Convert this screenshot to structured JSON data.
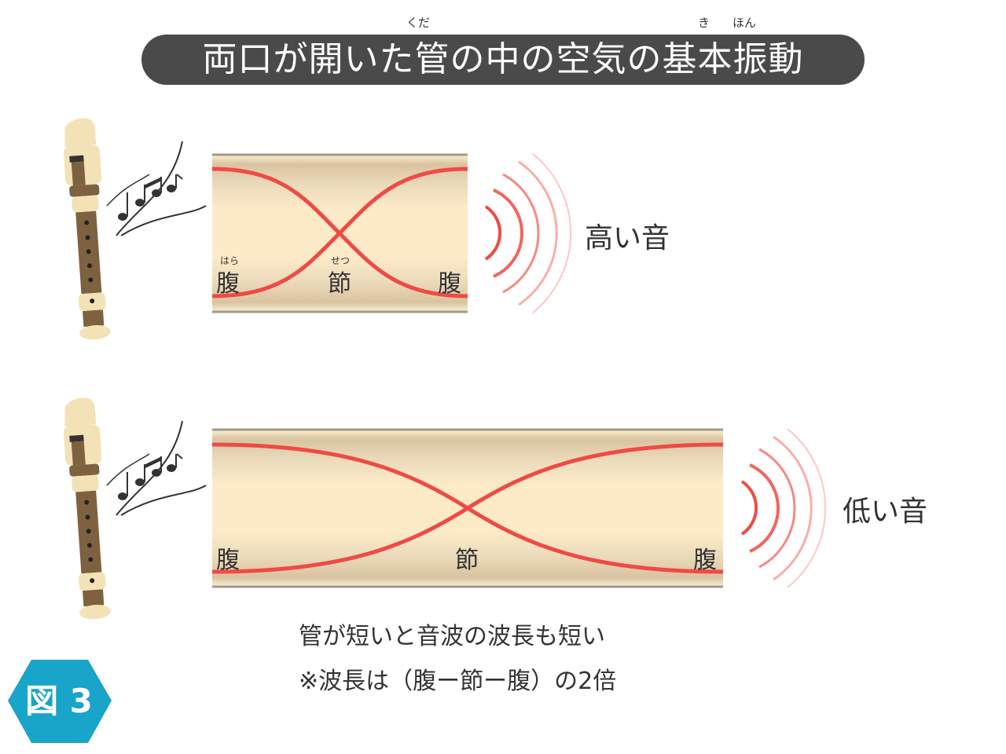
{
  "title": {
    "text": "両口が開いた管の中の空気の基本振動",
    "ruby_kuda": "くだ",
    "ruby_ki": "き",
    "ruby_hon": "ほん"
  },
  "top_pipe": {
    "label_left": "腹",
    "label_center": "節",
    "label_right": "腹",
    "ruby_hara": "はら",
    "ruby_setsu": "せつ",
    "sound_label": "高い音"
  },
  "bottom_pipe": {
    "label_left": "腹",
    "label_center": "節",
    "label_right": "腹",
    "sound_label": "低い音"
  },
  "caption": {
    "line1": "管が短いと音波の波長も短い",
    "line2": "※波長は（腹ー節ー腹）の2倍"
  },
  "badge": {
    "text": "図 3",
    "color": "#19a4c9"
  },
  "colors": {
    "wave": "#f04a44",
    "pipe": "#fdebc8",
    "recorder": "#7e6240",
    "recorder_ivory": "#f3e2b6"
  }
}
